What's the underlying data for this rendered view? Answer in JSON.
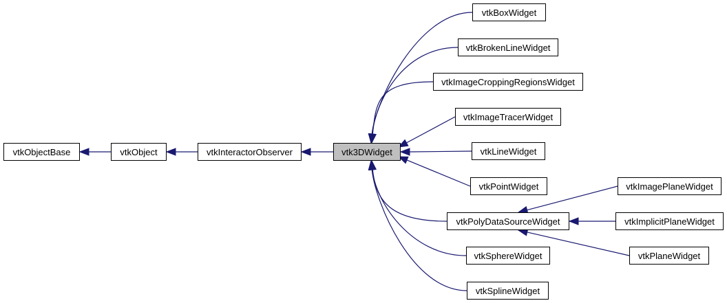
{
  "colors": {
    "edge": "#191970",
    "node_border": "#000000",
    "node_fill": "#ffffff",
    "active_fill": "#bfbfbf"
  },
  "nodes": {
    "vtkObjectBase": "vtkObjectBase",
    "vtkObject": "vtkObject",
    "vtkInteractorObserver": "vtkInteractorObserver",
    "vtk3DWidget": "vtk3DWidget",
    "vtkBoxWidget": "vtkBoxWidget",
    "vtkBrokenLineWidget": "vtkBrokenLineWidget",
    "vtkImageCroppingRegionsWidget": "vtkImageCroppingRegionsWidget",
    "vtkImageTracerWidget": "vtkImageTracerWidget",
    "vtkLineWidget": "vtkLineWidget",
    "vtkPointWidget": "vtkPointWidget",
    "vtkPolyDataSourceWidget": "vtkPolyDataSourceWidget",
    "vtkSphereWidget": "vtkSphereWidget",
    "vtkSplineWidget": "vtkSplineWidget",
    "vtkImagePlaneWidget": "vtkImagePlaneWidget",
    "vtkImplicitPlaneWidget": "vtkImplicitPlaneWidget",
    "vtkPlaneWidget": "vtkPlaneWidget"
  },
  "edges": [
    [
      "vtkObject",
      "vtkObjectBase"
    ],
    [
      "vtkInteractorObserver",
      "vtkObject"
    ],
    [
      "vtk3DWidget",
      "vtkInteractorObserver"
    ],
    [
      "vtkBoxWidget",
      "vtk3DWidget"
    ],
    [
      "vtkBrokenLineWidget",
      "vtk3DWidget"
    ],
    [
      "vtkImageCroppingRegionsWidget",
      "vtk3DWidget"
    ],
    [
      "vtkImageTracerWidget",
      "vtk3DWidget"
    ],
    [
      "vtkLineWidget",
      "vtk3DWidget"
    ],
    [
      "vtkPointWidget",
      "vtk3DWidget"
    ],
    [
      "vtkPolyDataSourceWidget",
      "vtk3DWidget"
    ],
    [
      "vtkSphereWidget",
      "vtk3DWidget"
    ],
    [
      "vtkSplineWidget",
      "vtk3DWidget"
    ],
    [
      "vtkImagePlaneWidget",
      "vtkPolyDataSourceWidget"
    ],
    [
      "vtkImplicitPlaneWidget",
      "vtkPolyDataSourceWidget"
    ],
    [
      "vtkPlaneWidget",
      "vtkPolyDataSourceWidget"
    ]
  ],
  "active_node": "vtk3DWidget"
}
